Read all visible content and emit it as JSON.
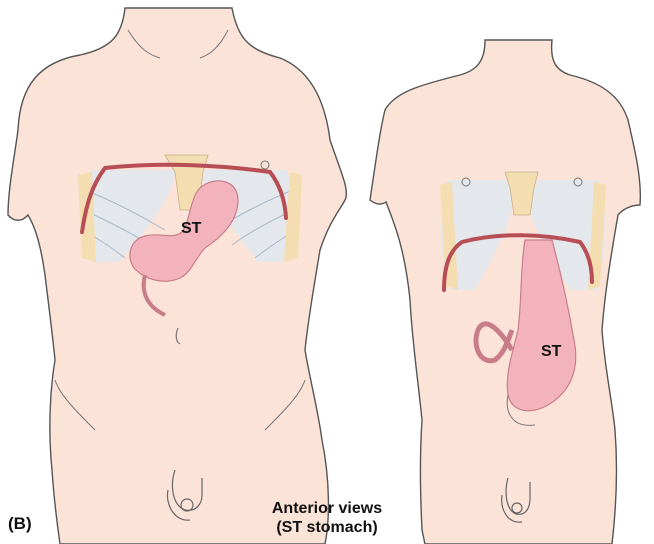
{
  "panel_label": "(B)",
  "caption": {
    "line1": "Anterior views",
    "line2": "(ST stomach)"
  },
  "organ_labels": {
    "left_figure": "ST",
    "right_figure": "ST"
  },
  "colors": {
    "skin": "#fbe3d8",
    "outline": "#555555",
    "costal_margin": "#b84e55",
    "stomach": "#f3b3bd",
    "ribs": "#dfe7f0",
    "cartilage": "#f4ddb0"
  }
}
